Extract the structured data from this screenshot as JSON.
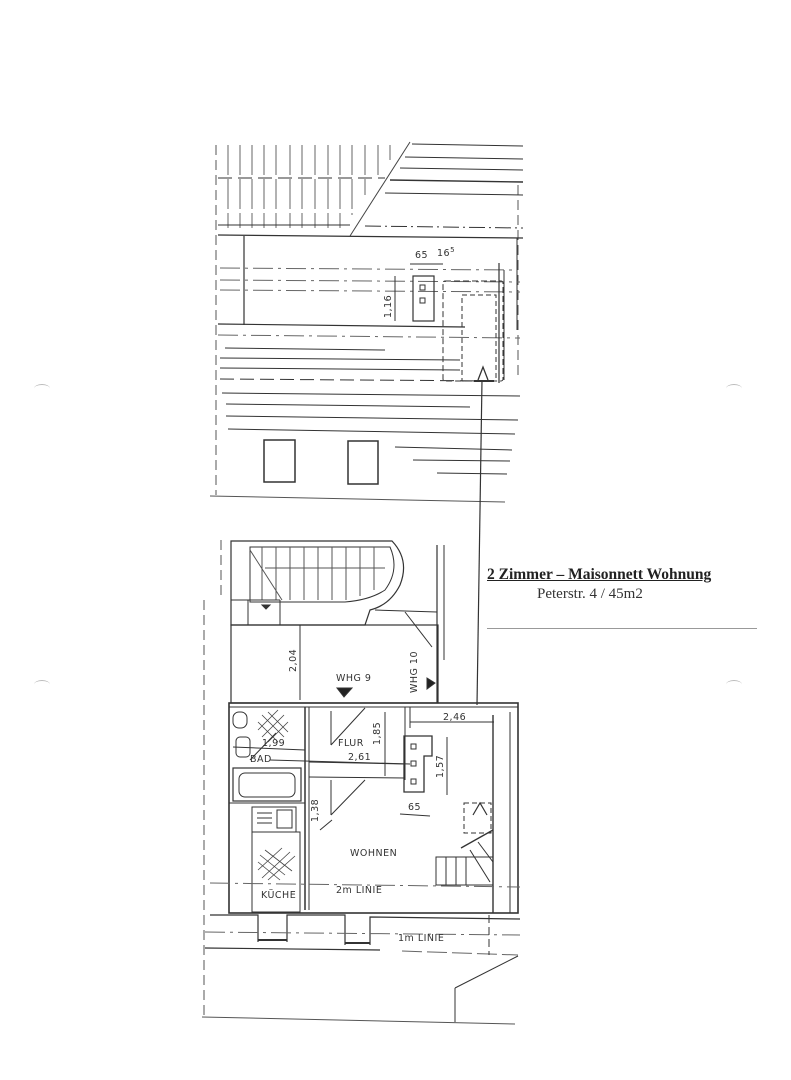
{
  "title_block": {
    "title": "2 Zimmer – Maisonnett Wohnung",
    "subtitle": "Peterstr. 4  /  45m2"
  },
  "upper_floor": {
    "dimensions": {
      "chimney_width": "65",
      "chimney_offset": "16",
      "chimney_offset_sup": "5",
      "chimney_depth": "1,16"
    }
  },
  "lower_floor": {
    "rooms": {
      "bath": "BAD",
      "hall": "FLUR",
      "living": "WOHNEN",
      "kitchen": "KÜCHE"
    },
    "units": {
      "unit_9": "WHG 9",
      "unit_10": "WHG 10"
    },
    "dimensions": {
      "stair_landing": "2,04",
      "bath_width": "1,99",
      "hall_length": "2,61",
      "hall_height": "1,85",
      "living_width": "2,46",
      "chimney_depth": "1,57",
      "chimney_width": "65",
      "kitchen_gap": "1,38"
    },
    "lines": {
      "line_2m": "2m LINIE",
      "line_1m": "1m LINIE"
    }
  }
}
